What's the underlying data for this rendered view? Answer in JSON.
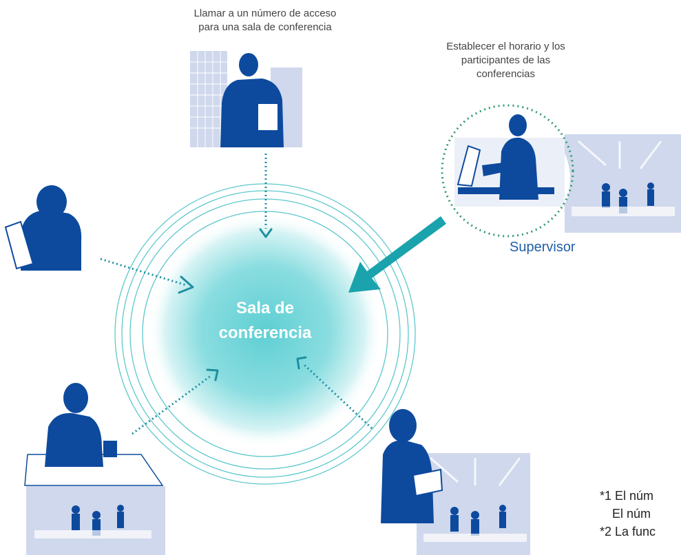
{
  "captions": {
    "dial_in": [
      "Llamar a un número de acceso",
      "para una sala de conferencia"
    ],
    "schedule": [
      "Establecer el horario y los",
      "participantes de las",
      "conferencias"
    ]
  },
  "center": {
    "line1": "Sala de",
    "line2": "conferencia"
  },
  "supervisor": {
    "label": "Supervisor"
  },
  "notes": [
    "*1 El núm",
    "El núm",
    "*2 La func"
  ],
  "colors": {
    "teal": "#1aa3ad",
    "dark_blue": "#0d4a9e",
    "light_room": "#cfd8ec",
    "dotted_green": "#2e9a6a",
    "ring": "#5cc7cc"
  },
  "icons": [
    "person-on-phone-icon",
    "building-icon",
    "office-room-icon",
    "supervisor-at-desk-icon"
  ]
}
